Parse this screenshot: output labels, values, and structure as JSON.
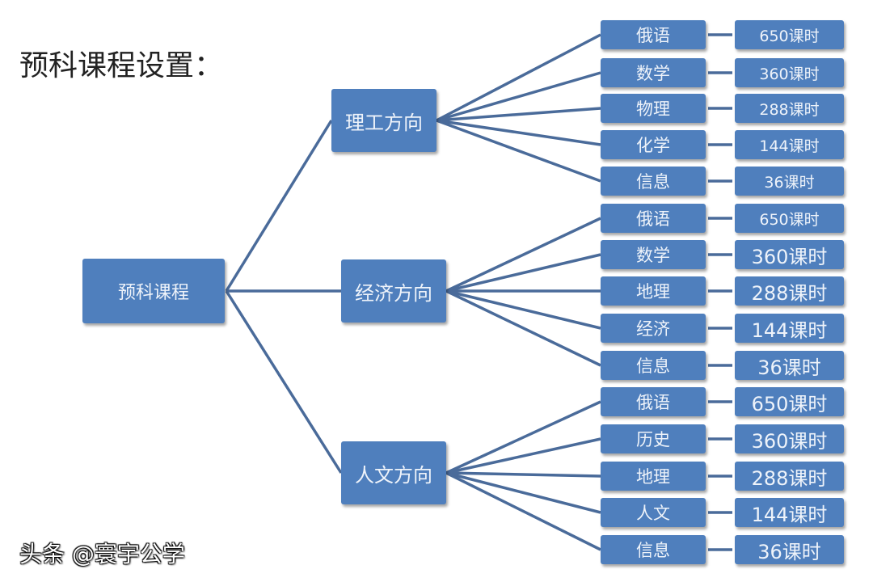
{
  "title": "预科课程设置：",
  "root": "预科课程",
  "colors": {
    "box": "#4f7fbd",
    "line": "#4a6b9a",
    "text": "#eef3fa"
  },
  "branches": [
    {
      "label": "理工方向",
      "courses": [
        {
          "subject": "俄语",
          "hours": "650课时"
        },
        {
          "subject": "数学",
          "hours": "360课时"
        },
        {
          "subject": "物理",
          "hours": "288课时"
        },
        {
          "subject": "化学",
          "hours": "144课时"
        },
        {
          "subject": "信息",
          "hours": "36课时"
        }
      ]
    },
    {
      "label": "经济方向",
      "courses": [
        {
          "subject": "俄语",
          "hours": "650课时"
        },
        {
          "subject": "数学",
          "hours": "360课时"
        },
        {
          "subject": "地理",
          "hours": "288课时"
        },
        {
          "subject": "经济",
          "hours": "144课时"
        },
        {
          "subject": "信息",
          "hours": "36课时"
        }
      ]
    },
    {
      "label": "人文方向",
      "courses": [
        {
          "subject": "俄语",
          "hours": "650课时"
        },
        {
          "subject": "历史",
          "hours": "360课时"
        },
        {
          "subject": "地理",
          "hours": "288课时"
        },
        {
          "subject": "人文",
          "hours": "144课时"
        },
        {
          "subject": "信息",
          "hours": "36课时"
        }
      ]
    }
  ],
  "watermark": "头条 @寰宇公学"
}
